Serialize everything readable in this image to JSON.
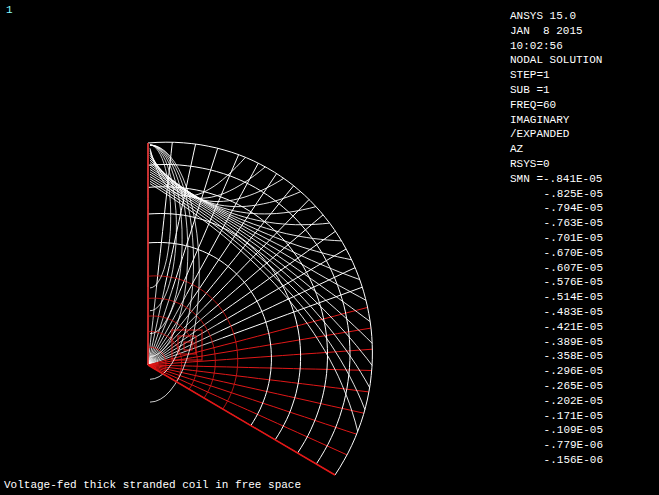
{
  "diagram": {
    "caption": "Voltage-fed thick stranded coil in free space",
    "labels": [
      "1",
      "ANSYS 15.0",
      "JAN  8 2015",
      "10:02:56",
      "NODAL SOLUTION",
      "STEP=1",
      "SUB =1",
      "FREQ=60",
      "IMAGINARY",
      "/EXPANDED",
      "AZ",
      "RSYS=0",
      "SMN =-.841E-05",
      "-.825E-05",
      "-.794E-05",
      "-.763E-05",
      "-.701E-05",
      "-.670E-05",
      "-.607E-05",
      "-.576E-05",
      "-.514E-05",
      "-.483E-05",
      "-.421E-05",
      "-.389E-05",
      "-.358E-05",
      "-.296E-05",
      "-.265E-05",
      "-.202E-05",
      "-.171E-05",
      "-.109E-05",
      "-.779E-06",
      "-.156E-06"
    ]
  }
}
